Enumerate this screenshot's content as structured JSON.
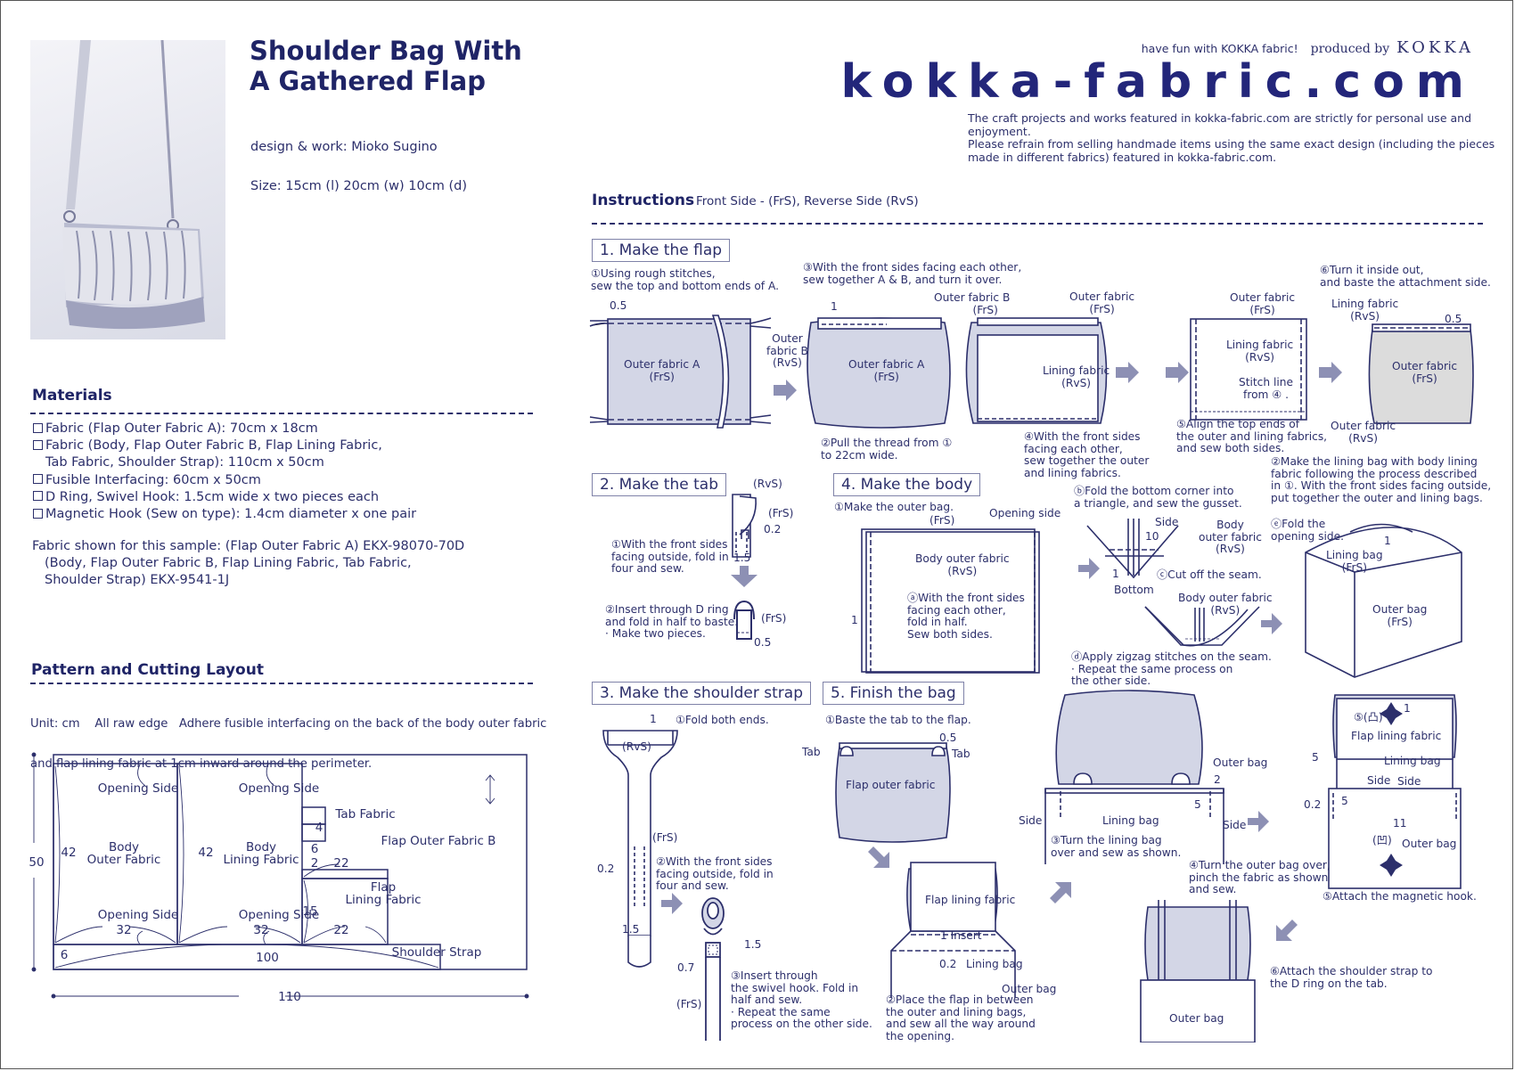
{
  "header": {
    "title_line1": "Shoulder Bag With",
    "title_line2": "A Gathered Flap",
    "design": "design & work: Mioko Sugino",
    "size": "Size: 15cm (l)  20cm (w)  10cm (d)",
    "tagline": "have fun with KOKKA fabric!",
    "produced_by": "produced by",
    "brand": "KOKKA",
    "site": "kokka-fabric.com",
    "notice": [
      "The craft projects and works featured in kokka-fabric.com are strictly for personal use and enjoyment.",
      "Please refrain from selling handmade items using the same exact design (including the pieces",
      "made in different fabrics) featured in kokka-fabric.com."
    ]
  },
  "photo": {
    "alt": "Photo of gathered flap shoulder bag"
  },
  "materials": {
    "heading": "Materials",
    "items": [
      "Fabric (Flap Outer Fabric A): 70cm x 18cm",
      "Fabric (Body, Flap Outer Fabric B, Flap Lining Fabric,",
      "Tab Fabric, Shoulder Strap): 110cm x 50cm",
      "Fusible Interfacing: 60cm x 50cm",
      "D Ring, Swivel Hook: 1.5cm wide x two pieces each",
      "Magnetic Hook (Sew on type): 1.4cm diameter x one pair"
    ],
    "sample": [
      "Fabric shown for this sample: (Flap Outer Fabric A) EKX-98070-70D",
      "(Body, Flap Outer Fabric B, Flap Lining Fabric, Tab Fabric,",
      "Shoulder Strap) EKX-9541-1J"
    ]
  },
  "layout": {
    "heading": "Pattern and Cutting Layout",
    "desc1": "Unit: cm    All raw edge   Adhere fusible interfacing on the back of the body outer fabric",
    "desc2": "and flap lining fabric at 1cm inward around the perimeter.",
    "labels": {
      "opening_side": "Opening Side",
      "body_outer": [
        "Body",
        "Outer Fabric"
      ],
      "body_lining": [
        "Body",
        "Lining Fabric"
      ],
      "tab": "Tab Fabric",
      "flap_outer_b": "Flap Outer Fabric B",
      "flap_lining": [
        "Flap",
        "Lining Fabric"
      ],
      "shoulder_strap": "Shoulder Strap",
      "dims": {
        "h50": "50",
        "w110": "110",
        "h42": "42",
        "w32": "32",
        "w100": "100",
        "h6": "6",
        "t4": "4",
        "t6": "6",
        "f2": "2",
        "f22": "22",
        "f15": "15"
      }
    }
  },
  "instructions": {
    "heading": "Instructions",
    "legend": "Front Side - (FrS), Reverse Side (RvS)",
    "step1": {
      "title": "1. Make the flap",
      "n1": [
        "①Using rough stitches,",
        "sew the top and bottom ends of A."
      ],
      "n2": [
        "②Pull the thread from ①",
        "to 22cm wide."
      ],
      "n3": [
        "③With the front sides facing each other,",
        "sew together A & B, and turn it over."
      ],
      "n4": [
        "④With the front sides",
        "facing each other,",
        "sew together the outer",
        "and lining fabrics."
      ],
      "n5": [
        "⑤Align the top ends of",
        "the outer and lining fabrics,",
        "and sew both sides."
      ],
      "n6": [
        "⑥Turn it inside out,",
        "and baste the attachment side."
      ],
      "outer_a": [
        "Outer fabric A",
        "(FrS)"
      ],
      "outer_b_rvs": [
        "Outer",
        "fabric B",
        "(RvS)"
      ],
      "outer_b_frs": [
        "Outer fabric B",
        "(FrS)"
      ],
      "outer_frs": [
        "Outer fabric",
        "(FrS)"
      ],
      "outer_rvs": [
        "Outer fabric",
        "(RvS)"
      ],
      "lining_rvs": [
        "Lining fabric",
        "(RvS)"
      ],
      "stitch_line": [
        "Stitch line",
        "from ④ ."
      ],
      "d05": "0.5",
      "d1": "1"
    },
    "step2": {
      "title": "2. Make the tab",
      "n1": [
        "①With the front sides",
        "facing outside, fold in",
        "four and sew."
      ],
      "n2": [
        "②Insert through D ring",
        "and fold in half to baste.",
        "· Make two pieces."
      ],
      "rvs": "(RvS)",
      "frs": "(FrS)",
      "d02": "0.2",
      "d15": "1.5",
      "d05": "0.5"
    },
    "step3": {
      "title": "3. Make the shoulder strap",
      "n1": "①Fold both ends.",
      "n2": [
        "②With the front sides",
        "facing outside, fold in",
        "four and sew."
      ],
      "n3": [
        "③Insert through",
        "the swivel hook. Fold in",
        "half and sew.",
        "· Repeat the same",
        "process on the other side."
      ],
      "rvs": "(RvS)",
      "frs": "(FrS)",
      "d1": "1",
      "d02": "0.2",
      "d15": "1.5",
      "d07": "0.7"
    },
    "step4": {
      "title": "4. Make the body",
      "n1": "①Make the outer bag.",
      "na": [
        "ⓐWith the front sides",
        "facing each other,",
        "fold in half.",
        "Sew both sides."
      ],
      "nb": [
        "ⓑFold the bottom corner into",
        "a triangle, and sew the gusset."
      ],
      "nc": "ⓒCut off the seam.",
      "nd": [
        "ⓓApply zigzag stitches on the seam.",
        "· Repeat the same process on",
        "the other side."
      ],
      "ne": [
        "ⓔFold the",
        "opening side."
      ],
      "n2": [
        "②Make the lining bag with body lining",
        "fabric following the process described",
        "in ①. With the front sides facing outside,",
        "put together the outer and lining bags."
      ],
      "body_outer_rvs": [
        "Body outer fabric",
        "(RvS)"
      ],
      "body_outer_rvs2": [
        "Body",
        "outer fabric",
        "(RvS)"
      ],
      "frs": "(FrS)",
      "opening_side": "Opening side",
      "side": "Side",
      "bottom": "Bottom",
      "lining_bag": [
        "Lining bag",
        "(FrS)"
      ],
      "outer_bag": [
        "Outer bag",
        "(FrS)"
      ],
      "d1": "1",
      "d10": "10"
    },
    "step5": {
      "title": "5. Finish the bag",
      "n1": "①Baste the tab to the flap.",
      "n2": [
        "②Place the flap in between",
        "the outer and lining bags,",
        "and sew all the way around",
        "the opening."
      ],
      "n3": [
        "③Turn the lining bag",
        "over and sew as shown."
      ],
      "n4": [
        "④Turn the outer bag over,",
        " pinch the fabric as shown",
        "and sew."
      ],
      "n5": "⑤Attach the magnetic hook.",
      "n6": [
        "⑥Attach the shoulder strap to",
        "the D ring on the tab."
      ],
      "tab": "Tab",
      "flap_outer": "Flap outer fabric",
      "flap_lining": "Flap lining fabric",
      "insert": "1 Insert",
      "lining_bag": "Lining bag",
      "outer_bag": "Outer bag",
      "side": "Side",
      "hook_top": "⑤(凸)",
      "hook_bottom": "(凹)",
      "d05": "0.5",
      "d02": "0.2",
      "d2": "2",
      "d5": "5",
      "d11": "11",
      "d1": "1"
    }
  },
  "colors": {
    "ink": "#2c2f6b",
    "title": "#1f2466",
    "fabric_fill": "#d3d6e6",
    "grey_fill": "#dcdcdc",
    "arrow": "#8d90b4"
  }
}
